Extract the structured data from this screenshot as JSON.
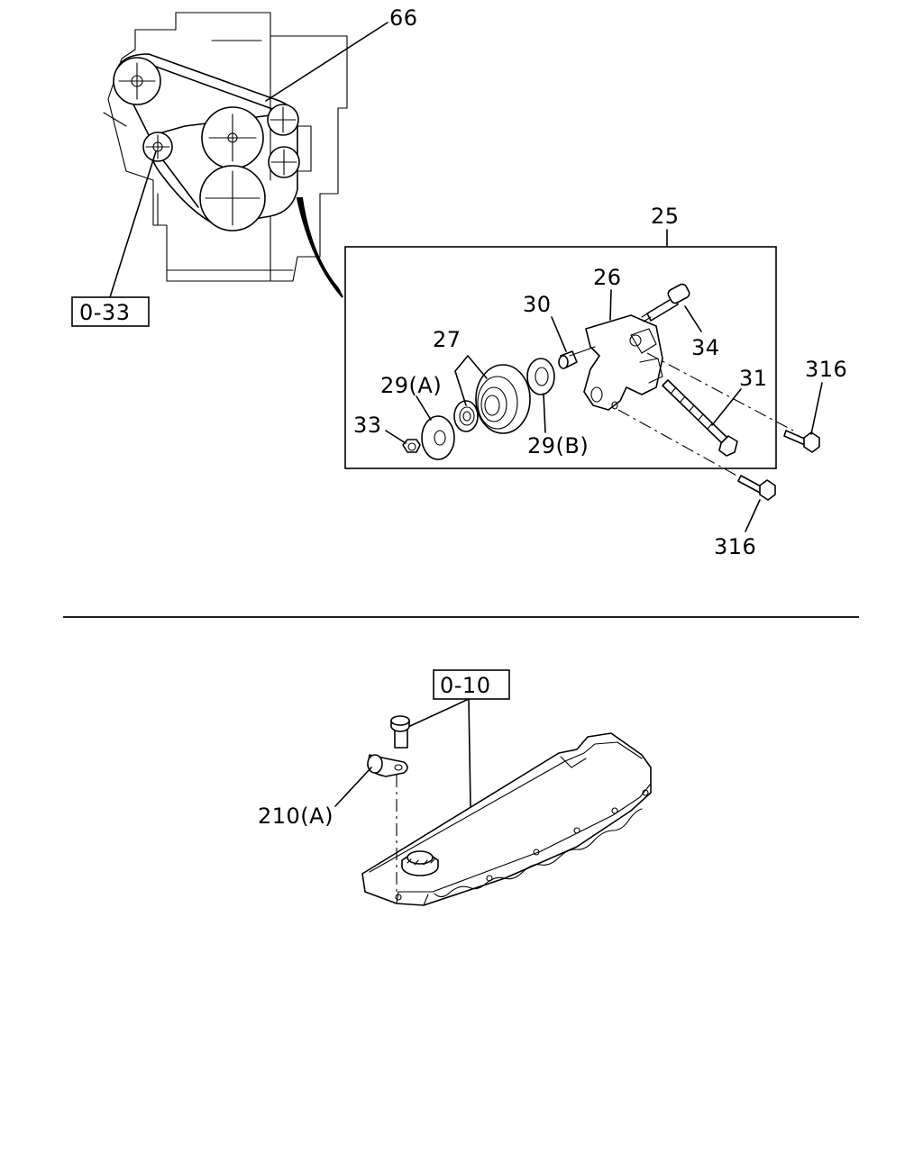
{
  "labels": {
    "belt": "66",
    "ref_idler": "0-33",
    "assembly": "25",
    "bracket": "26",
    "pulley": "27",
    "washer_a": "29(A)",
    "washer_b": "29(B)",
    "collar": "30",
    "long_bolt": "31",
    "nut": "33",
    "pin_bolt": "34",
    "bolt_upper": "316",
    "bolt_lower": "316",
    "ref_cover_bolt": "0-10",
    "clip": "210(A)"
  }
}
